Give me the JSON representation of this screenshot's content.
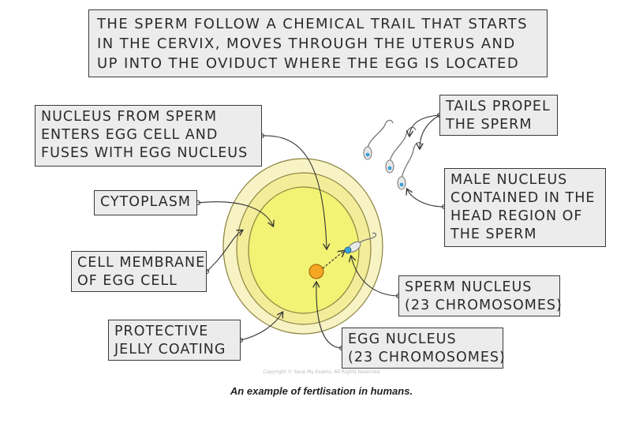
{
  "header": {
    "lines": [
      "THE SPERM FOLLOW A CHEMICAL TRAIL THAT STARTS",
      "IN THE CERVIX, MOVES THROUGH THE  UTERUS AND",
      "UP INTO THE OVIDUCT WHERE THE EGG IS LOCATED"
    ]
  },
  "labels": {
    "nucleus_enters": [
      "NUCLEUS FROM SPERM",
      "ENTERS EGG CELL AND",
      "FUSES WITH EGG NUCLEUS"
    ],
    "cytoplasm": [
      "CYTOPLASM"
    ],
    "membrane": [
      "CELL MEMBRANE",
      "OF EGG CELL"
    ],
    "jelly": [
      "PROTECTIVE",
      "JELLY COATING"
    ],
    "tails": [
      "TAILS PROPEL",
      "THE SPERM"
    ],
    "male_nucleus": [
      "MALE NUCLEUS",
      "CONTAINED IN THE",
      "HEAD REGION OF",
      "THE SPERM"
    ],
    "sperm_nucleus": [
      "SPERM NUCLEUS",
      "(23 CHROMOSOMES)"
    ],
    "egg_nucleus": [
      "EGG NUCLEUS",
      "(23 CHROMOSOMES)"
    ]
  },
  "copyright": "Copyright © Save My Exams. All Rights Reserved",
  "caption": "An example of fertlisation in humans.",
  "colors": {
    "jelly": "#f7f3c4",
    "membrane": "#f3ed9a",
    "cytoplasm": "#f2f274",
    "egg_nucleus": "#f5a623",
    "sperm_head": "#3aa0d8",
    "label_bg": "#ececec"
  }
}
